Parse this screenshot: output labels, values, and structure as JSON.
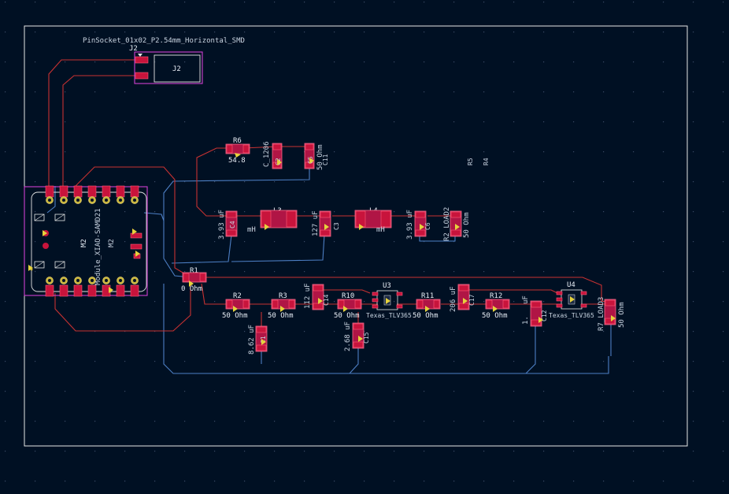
{
  "board": {
    "edge_color": "#e6e6e6",
    "front_copper_color": "#c83232",
    "back_copper_color": "#4d7fc4",
    "pad_color": "#c8143c",
    "background": "#001023"
  },
  "footprints": {
    "j2_name": "PinSocket_01x02_P2.54mm_Horizontal_SMD",
    "j2_ref": "J2",
    "j2_body": "J2",
    "r6_ref": "R6",
    "r6_val": "54.8",
    "c1206": "C_1206",
    "ohm50_a": "50 Ohm",
    "m2_module": "Module_XIAO-SAMD21",
    "m2_ref": "M2",
    "m2_ref2": "M2",
    "c393a": "3.93 uF",
    "l3_ref": "L3",
    "mh_a": "mH",
    "c127": "127 uF",
    "l4_ref": "L4",
    "mh_b": "mH",
    "c393b": "3.93 uF",
    "r2_load2": "R2_LOAD2",
    "ohm50_b": "50 Ohm",
    "r1_ref": "R1",
    "r1_val": "0 Ohm",
    "r2_ref": "R2",
    "r2_val": "50 Ohm",
    "r3_ref": "R3",
    "r3_val": "50 Ohm",
    "c112": "112 uF",
    "r10_ref": "R10",
    "r10_val": "50 Ohm",
    "u3_ref": "U3",
    "u3_val": "Texas_TLV365",
    "r11_ref": "R11",
    "r11_val": "50 Ohm",
    "c206": "206 uF",
    "r12_ref": "R12",
    "r12_val": "50 Ohm",
    "c1x": "1.",
    "uf_x": "uF",
    "u4_ref": "U4",
    "u4_val": "Texas_TLV365",
    "r7_load3": "R7_LOAD3",
    "ohm50_c": "50 Ohm",
    "c862": "8.62 uF",
    "c268": "2.68 uF",
    "c_labels": [
      "C4",
      "C2",
      "C6",
      "C3",
      "C5",
      "C1",
      "C14",
      "C15",
      "C17",
      "C12",
      "C11",
      "R5",
      "R4"
    ]
  }
}
